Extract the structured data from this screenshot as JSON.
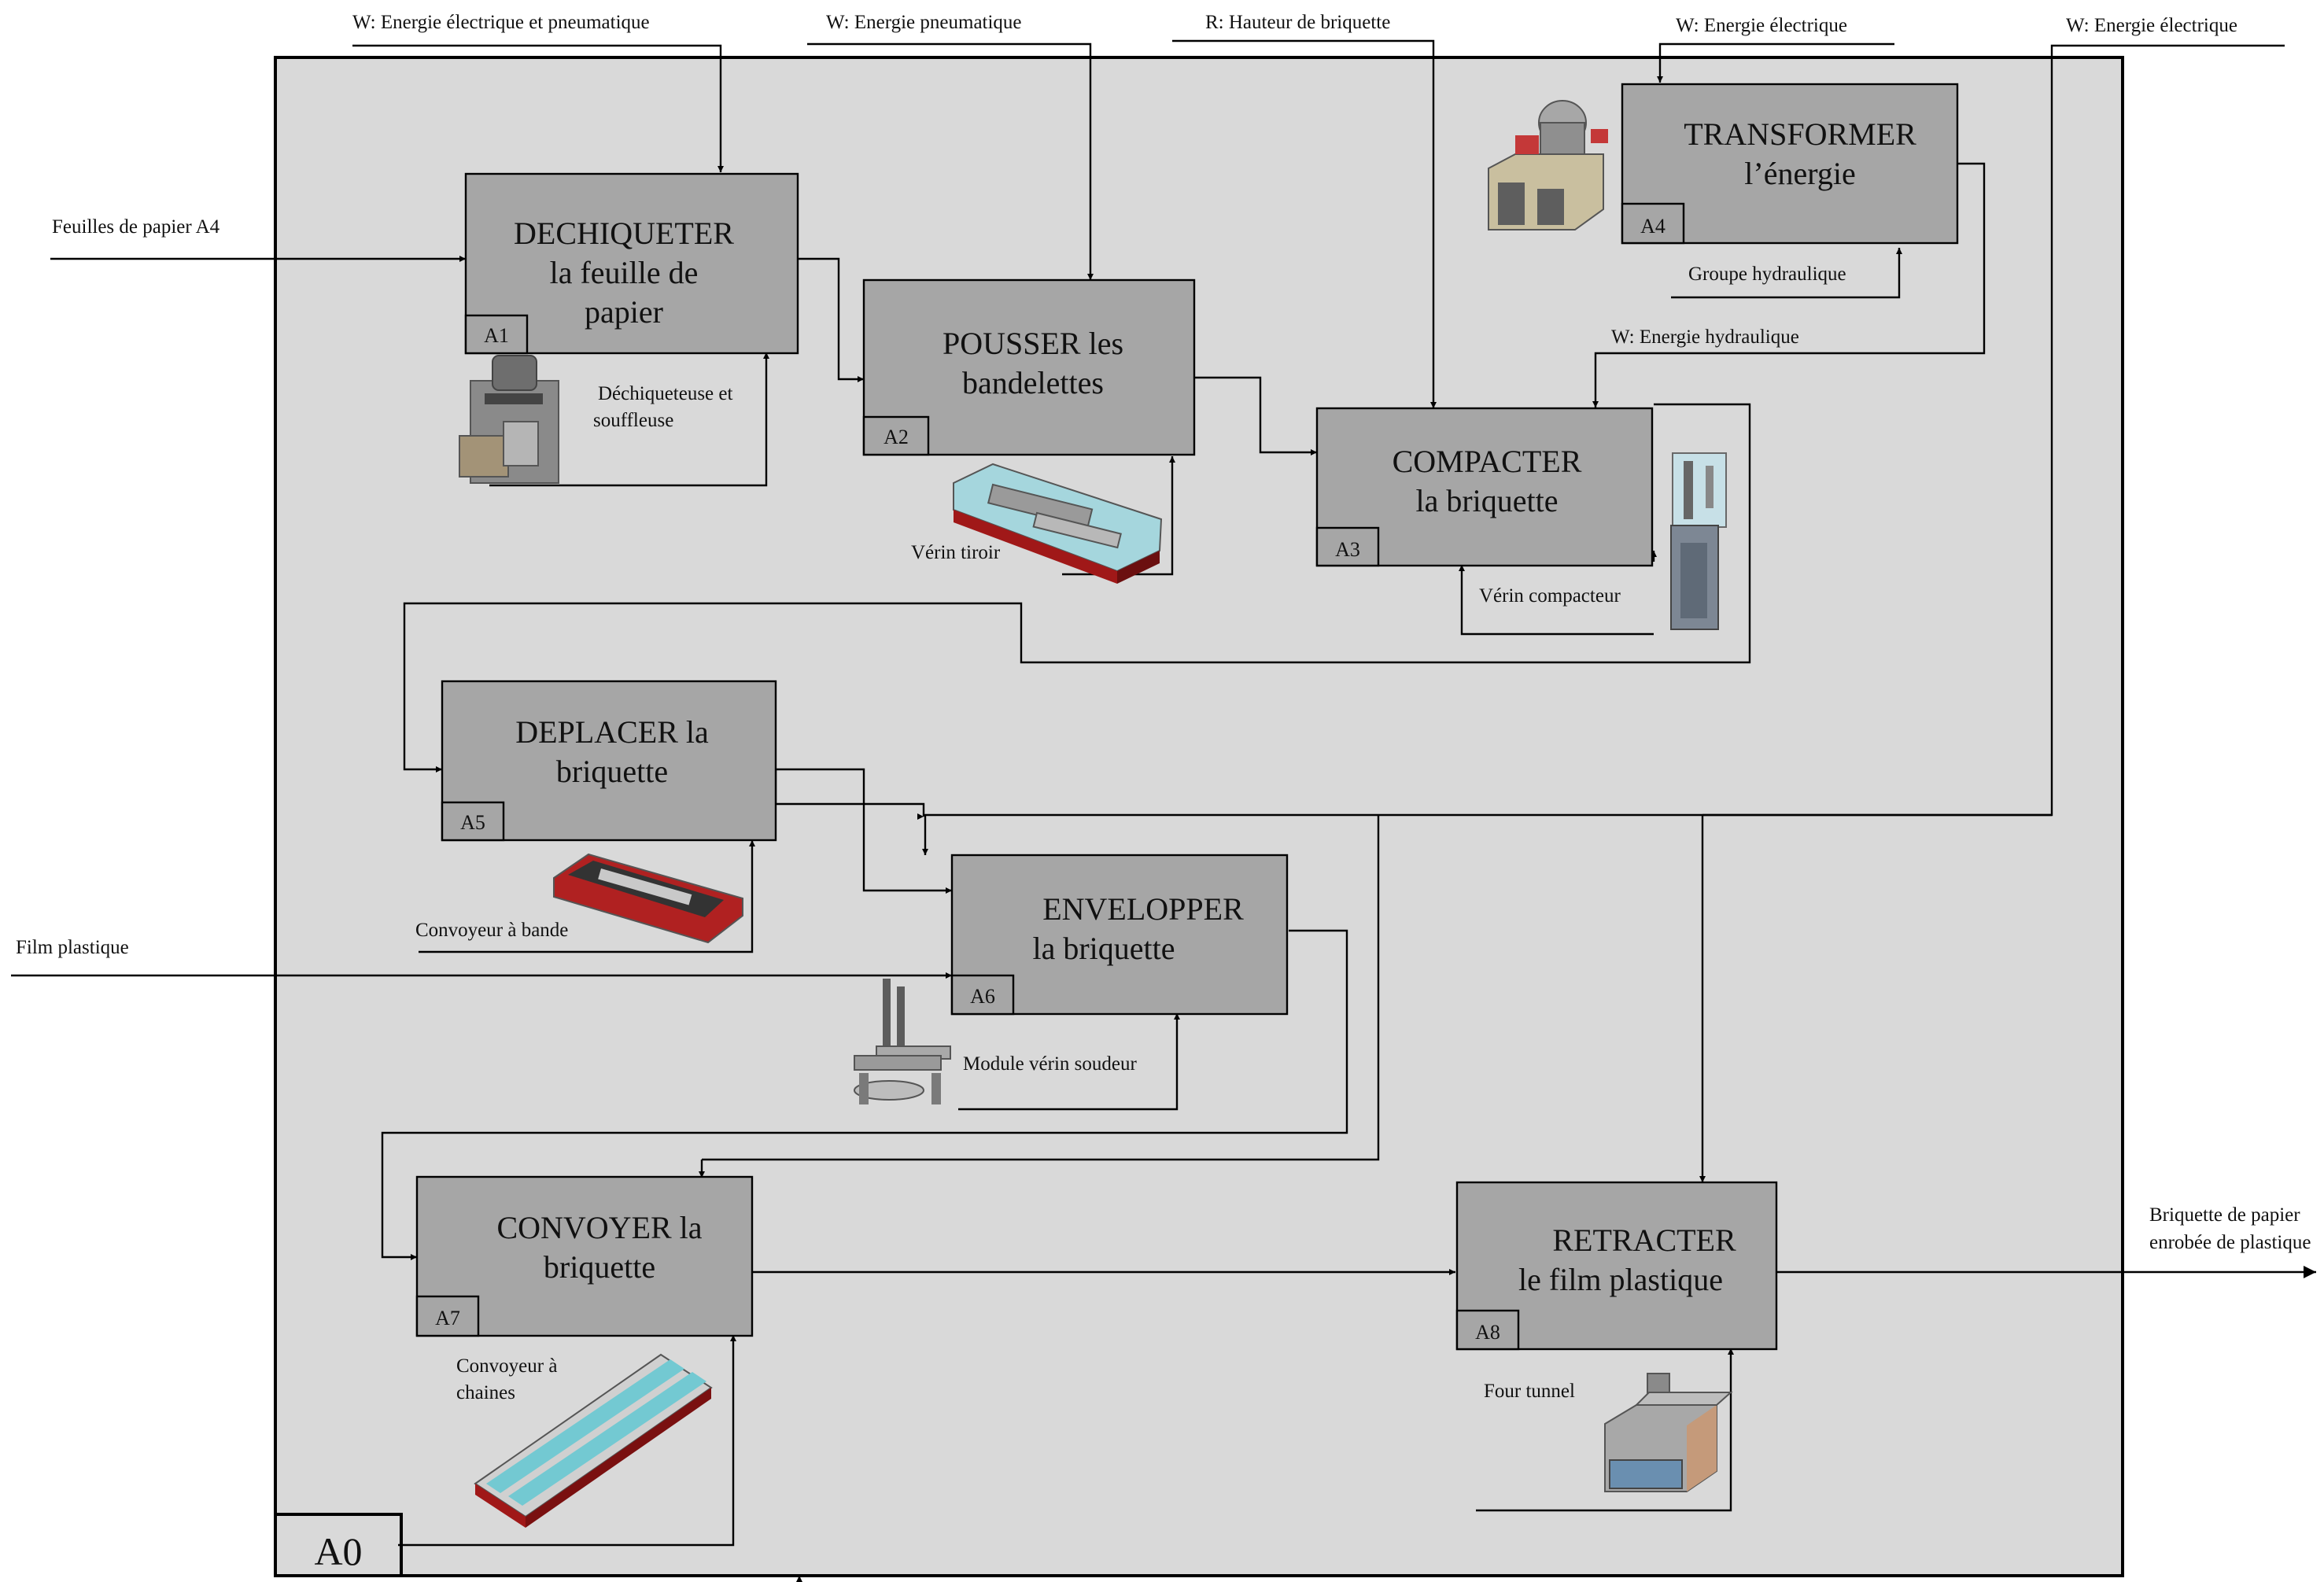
{
  "diagram": {
    "context_id": "A0",
    "activities": [
      {
        "id": "A1",
        "title_lines": [
          "DECHIQUETER",
          "la feuille de",
          "papier"
        ],
        "mechanism": [
          "Déchiqueteuse et",
          "souffleuse"
        ]
      },
      {
        "id": "A2",
        "title_lines": [
          "POUSSER les",
          "bandelettes"
        ],
        "mechanism": [
          "Vérin tiroir"
        ]
      },
      {
        "id": "A3",
        "title_lines": [
          "COMPACTER",
          "la briquette"
        ],
        "mechanism": [
          "Vérin compacteur"
        ]
      },
      {
        "id": "A4",
        "title_lines": [
          "TRANSFORMER",
          "l’énergie"
        ],
        "mechanism": [
          "Groupe hydraulique"
        ]
      },
      {
        "id": "A5",
        "title_lines": [
          "DEPLACER la",
          "briquette"
        ],
        "mechanism": [
          "Convoyeur à bande"
        ]
      },
      {
        "id": "A6",
        "title_lines": [
          "ENVELOPPER",
          "la briquette"
        ],
        "mechanism": [
          "Module vérin soudeur"
        ]
      },
      {
        "id": "A7",
        "title_lines": [
          "CONVOYER la",
          "briquette"
        ],
        "mechanism": [
          "Convoyeur à",
          "chaines"
        ]
      },
      {
        "id": "A8",
        "title_lines": [
          "RETRACTER",
          "le film plastique"
        ],
        "mechanism": [
          "Four tunnel"
        ]
      }
    ],
    "controls": [
      "W: Energie électrique et pneumatique",
      "W: Energie pneumatique",
      "R: Hauteur de briquette",
      "W: Energie électrique",
      "W: Energie électrique"
    ],
    "internal_labels": [
      "W: Energie hydraulique"
    ],
    "inputs": [
      "Feuilles de papier A4",
      "Film plastique"
    ],
    "output": [
      "Briquette de papier",
      "enrobée de plastique"
    ]
  },
  "colors": {
    "frame_fill": "#d9d9d9",
    "box_fill": "#a6a6a6",
    "line": "#000000"
  }
}
